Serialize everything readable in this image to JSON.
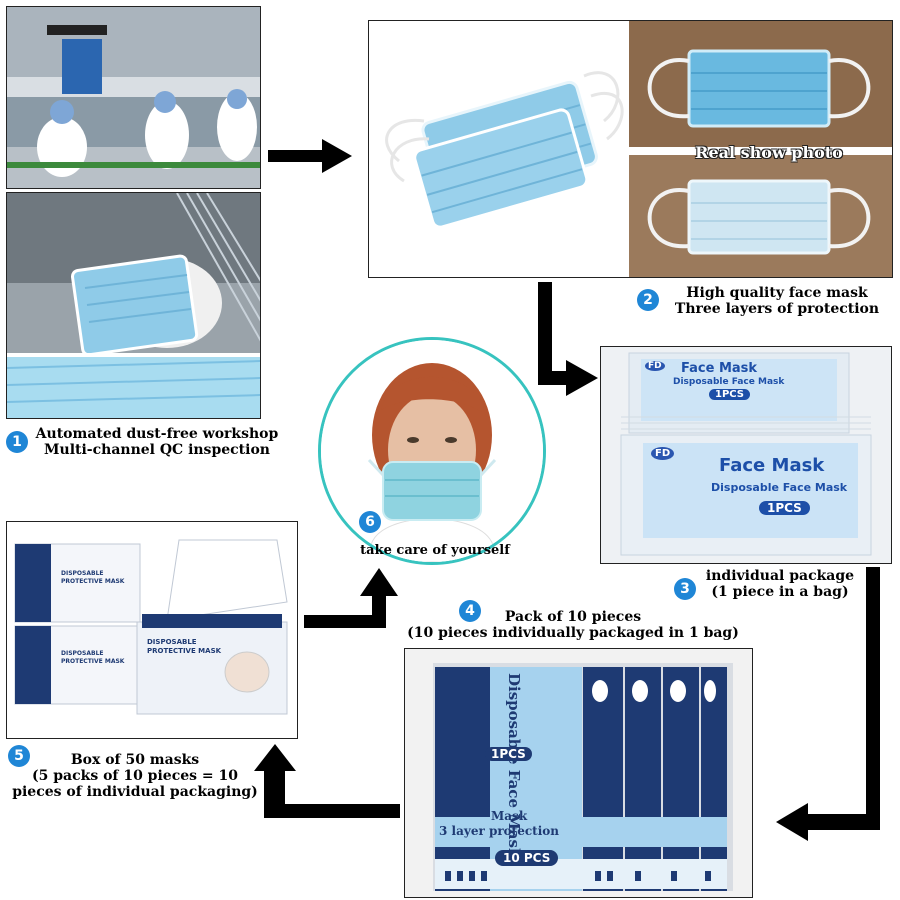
{
  "steps": [
    {
      "num": "1",
      "line1": "Automated dust-free workshop",
      "line2": "Multi-channel QC inspection"
    },
    {
      "num": "2",
      "line1": "High quality face mask",
      "line2": "Three layers of protection",
      "overlay": "Real show photo"
    },
    {
      "num": "3",
      "line1": "individual package",
      "line2": "(1 piece in a bag)",
      "pack_brand": "FD",
      "pack_title": "Face Mask",
      "pack_sub": "Disposable Face Mask",
      "pack_count": "1PCS"
    },
    {
      "num": "4",
      "line1": "Pack of 10 pieces",
      "line2": "(10 pieces individually packaged in 1 bag)",
      "bag_title": "Disposable Face Mask",
      "bag_mask": "Mask",
      "bag_layer": "3 layer protection",
      "bag_count": "10 PCS",
      "bag_pcs": "1PCS"
    },
    {
      "num": "5",
      "line1": "Box of 50 masks",
      "line2": "(5 packs of 10 pieces = 10",
      "line3": "pieces of individual packaging)",
      "box_label": "DISPOSABLE PROTECTIVE MASK"
    },
    {
      "num": "6",
      "line1": "take care  of yourself"
    }
  ],
  "colors": {
    "badge": "#1f86d6",
    "mask_blue": "#8fcbe8",
    "navy": "#1e3a73"
  }
}
